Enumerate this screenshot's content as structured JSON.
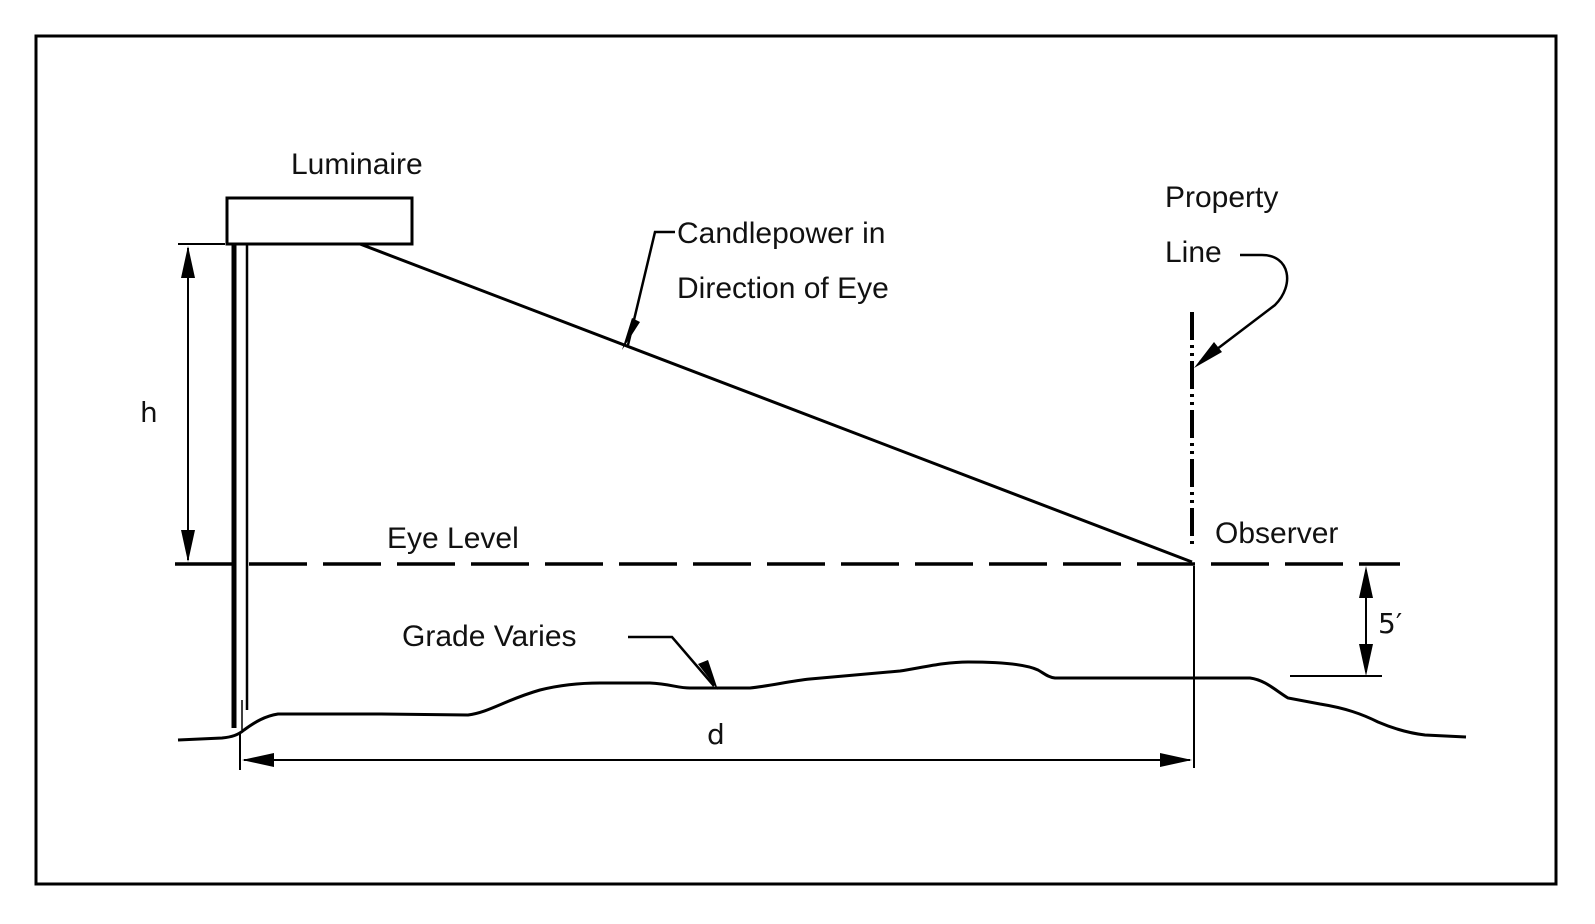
{
  "diagram": {
    "title": "Luminaire glare geometry at property line",
    "labels": {
      "luminaire": "Luminaire",
      "candlepower_line1": "Candlepower in",
      "candlepower_line2": "Direction of Eye",
      "property_line1": "Property",
      "property_line2": "Line",
      "observer": "Observer",
      "eye_level": "Eye Level",
      "grade_varies": "Grade Varies",
      "height": "h",
      "distance": "d",
      "eye_height": "5′"
    },
    "colors": {
      "line": "#000000",
      "background": "#ffffff"
    }
  }
}
